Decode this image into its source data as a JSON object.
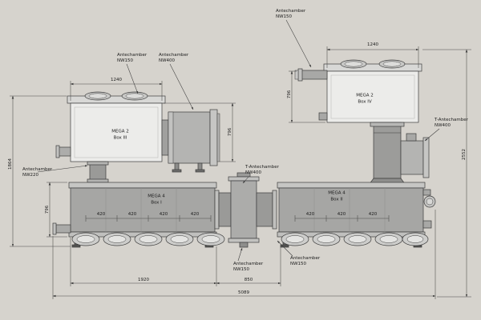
{
  "drawing": {
    "type": "technical-engineering-drawing",
    "colors": {
      "background": "#d6d3cd",
      "box_light": "#ececea",
      "cylinder_gray": "#b4b4b2",
      "mega4_gray": "#a6a6a4",
      "line": "#3c3c3c"
    }
  },
  "parts": {
    "mega2_box3": "MEGA 2\nBox III",
    "mega2_box4": "MEGA 2\nBox IV",
    "mega4_box1": "MEGA 4\nBox I",
    "mega4_box2": "MEGA 4\nBox II"
  },
  "labels": {
    "antechamber_nw150": "Antechamber\nNW150",
    "antechamber_nw400": "Antechamber\nNW400",
    "antechamber_nw220": "Antechamber\nNW220",
    "t_antechamber_nw400": "T-Antechamber\nNW400"
  },
  "dimensions": {
    "box3_width": "1240",
    "box3_height": "796",
    "box4_width": "1240",
    "box4_height": "796",
    "left_total_height": "1864",
    "mega4_height": "796",
    "right_total_height": "2552",
    "box1_length": "1920",
    "connector_length": "850",
    "total_length": "5089",
    "port_spacing": "420"
  }
}
